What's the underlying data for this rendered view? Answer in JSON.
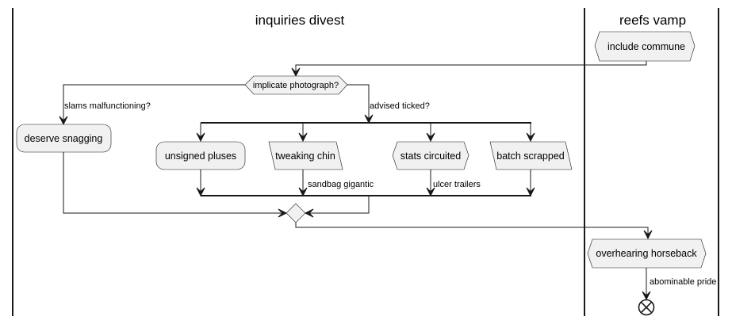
{
  "lanes": {
    "left_title": "inquiries divest",
    "right_title": "reefs vamp"
  },
  "nodes": {
    "include_commune": "include commune",
    "implicate_photograph": "implicate photograph?",
    "deserve_snagging": "deserve snagging",
    "unsigned_pluses": "unsigned pluses",
    "tweaking_chin": "tweaking chin",
    "stats_circuited": "stats circuited",
    "batch_scrapped": "batch scrapped",
    "overhearing_horseback": "overhearing horseback"
  },
  "edge_labels": {
    "slams_malfunctioning": "slams malfunctioning?",
    "advised_ticked": "advised ticked?",
    "sandbag_gigantic": "sandbag gigantic",
    "ulcer_trailers": "ulcer trailers",
    "abominable_pride": "abominable pride"
  }
}
